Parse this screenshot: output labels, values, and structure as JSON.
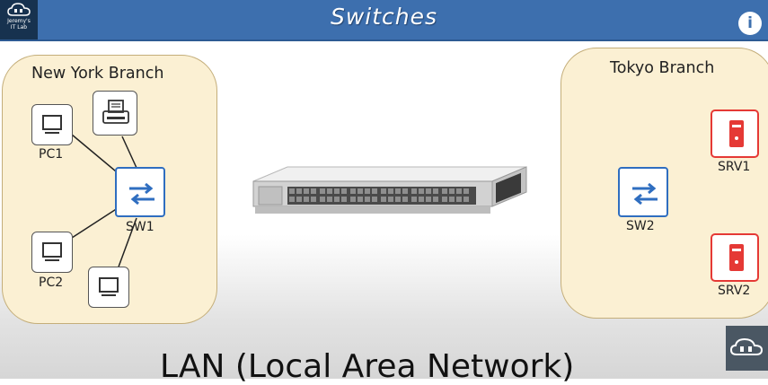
{
  "header": {
    "title": "Switches",
    "logo_text_line1": "Jeremy's",
    "logo_text_line2": "IT Lab",
    "info_label": "i"
  },
  "new_york": {
    "title": "New York Branch",
    "devices": {
      "pc1": "PC1",
      "pc2": "PC2",
      "sw1": "SW1"
    }
  },
  "tokyo": {
    "title": "Tokyo Branch",
    "devices": {
      "sw2": "SW2",
      "srv1": "SRV1",
      "srv2": "SRV2"
    }
  },
  "caption": "LAN (Local Area Network)",
  "icons": {
    "pc": "pc-icon",
    "printer": "printer-icon",
    "switch": "switch-icon",
    "server": "server-icon",
    "logo": "cloud-logo-icon",
    "info": "info-icon"
  },
  "colors": {
    "header": "#3d6fae",
    "branch_fill": "#fbf0d3",
    "switch_blue": "#2f6ec0",
    "server_red": "#e53935"
  }
}
